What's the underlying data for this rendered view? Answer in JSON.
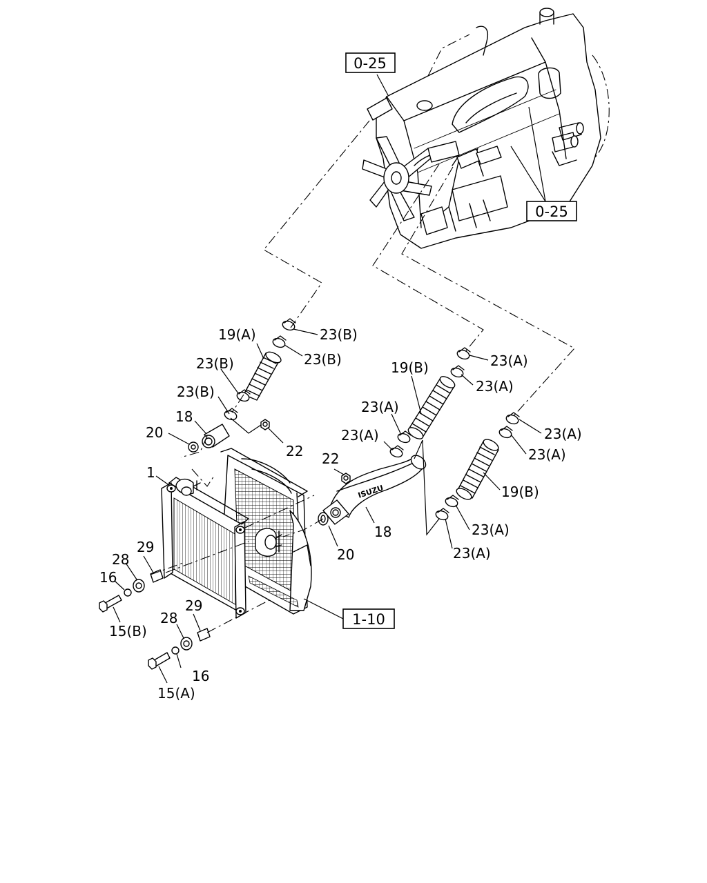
{
  "references": {
    "engine_top": "0-25",
    "engine_right": "0-25",
    "radiator_mount": "1-10"
  },
  "brand_mark": "ISUZU",
  "callouts": {
    "c_19a": "19(A)",
    "c_23b_1": "23(B)",
    "c_23b_2": "23(B)",
    "c_23b_3": "23(B)",
    "c_23b_4": "23(B)",
    "c_18_left": "18",
    "c_20_left": "20",
    "c_22_left": "22",
    "c_1": "1",
    "c_19b_mid": "19(B)",
    "c_23a_1": "23(A)",
    "c_23a_2": "23(A)",
    "c_23a_3": "23(A)",
    "c_23a_4": "23(A)",
    "c_23a_5": "23(A)",
    "c_23a_6": "23(A)",
    "c_23a_7": "23(A)",
    "c_23a_8": "23(A)",
    "c_22_right": "22",
    "c_18_right": "18",
    "c_20_right": "20",
    "c_19b_right": "19(B)",
    "c_29_upper": "29",
    "c_28_upper": "28",
    "c_16_upper": "16",
    "c_15b": "15(B)",
    "c_28_lower": "28",
    "c_29_lower": "29",
    "c_16_lower": "16",
    "c_15a": "15(A)"
  }
}
